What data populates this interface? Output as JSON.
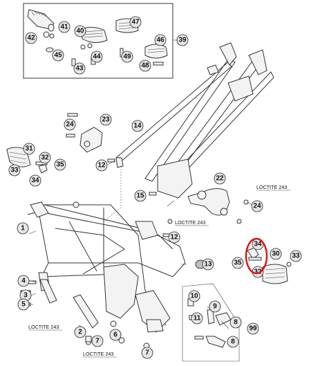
{
  "callouts": [
    {
      "num": "1"
    },
    {
      "num": "2"
    },
    {
      "num": "3"
    },
    {
      "num": "4"
    },
    {
      "num": "5"
    },
    {
      "num": "6"
    },
    {
      "num": "7"
    },
    {
      "num": "7"
    },
    {
      "num": "8"
    },
    {
      "num": "8"
    },
    {
      "num": "9"
    },
    {
      "num": "10"
    },
    {
      "num": "11"
    },
    {
      "num": "12"
    },
    {
      "num": "12"
    },
    {
      "num": "13"
    },
    {
      "num": "14"
    },
    {
      "num": "15"
    },
    {
      "num": "22"
    },
    {
      "num": "23"
    },
    {
      "num": "24"
    },
    {
      "num": "24"
    },
    {
      "num": "30"
    },
    {
      "num": "31"
    },
    {
      "num": "32"
    },
    {
      "num": "32"
    },
    {
      "num": "33"
    },
    {
      "num": "33"
    },
    {
      "num": "34"
    },
    {
      "num": "34"
    },
    {
      "num": "35"
    },
    {
      "num": "35"
    },
    {
      "num": "39"
    },
    {
      "num": "40"
    },
    {
      "num": "41"
    },
    {
      "num": "42"
    },
    {
      "num": "43"
    },
    {
      "num": "44"
    },
    {
      "num": "45"
    },
    {
      "num": "46"
    },
    {
      "num": "47"
    },
    {
      "num": "48"
    },
    {
      "num": "49"
    },
    {
      "num": "99"
    }
  ],
  "highlight": {
    "num": "34",
    "color": "#e0141b"
  },
  "loctite_labels": [
    "LOCTITE 243",
    "LOCTITE 243",
    "LOCTITE 243",
    "LOCTITE 243"
  ]
}
